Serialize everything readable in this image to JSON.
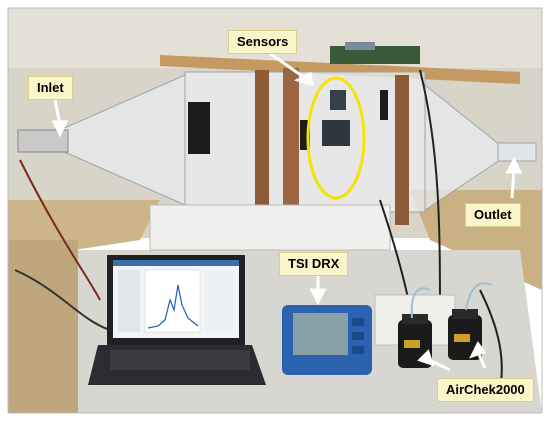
{
  "labels": {
    "inlet": "Inlet",
    "sensors": "Sensors",
    "outlet": "Outlet",
    "tsi_drx": "TSI DRX",
    "airchek": "AirChek2000"
  },
  "colors": {
    "callout_bg": "#fbf6c9",
    "sensor_ring": "#f2e600",
    "arrow": "#ffffff"
  }
}
